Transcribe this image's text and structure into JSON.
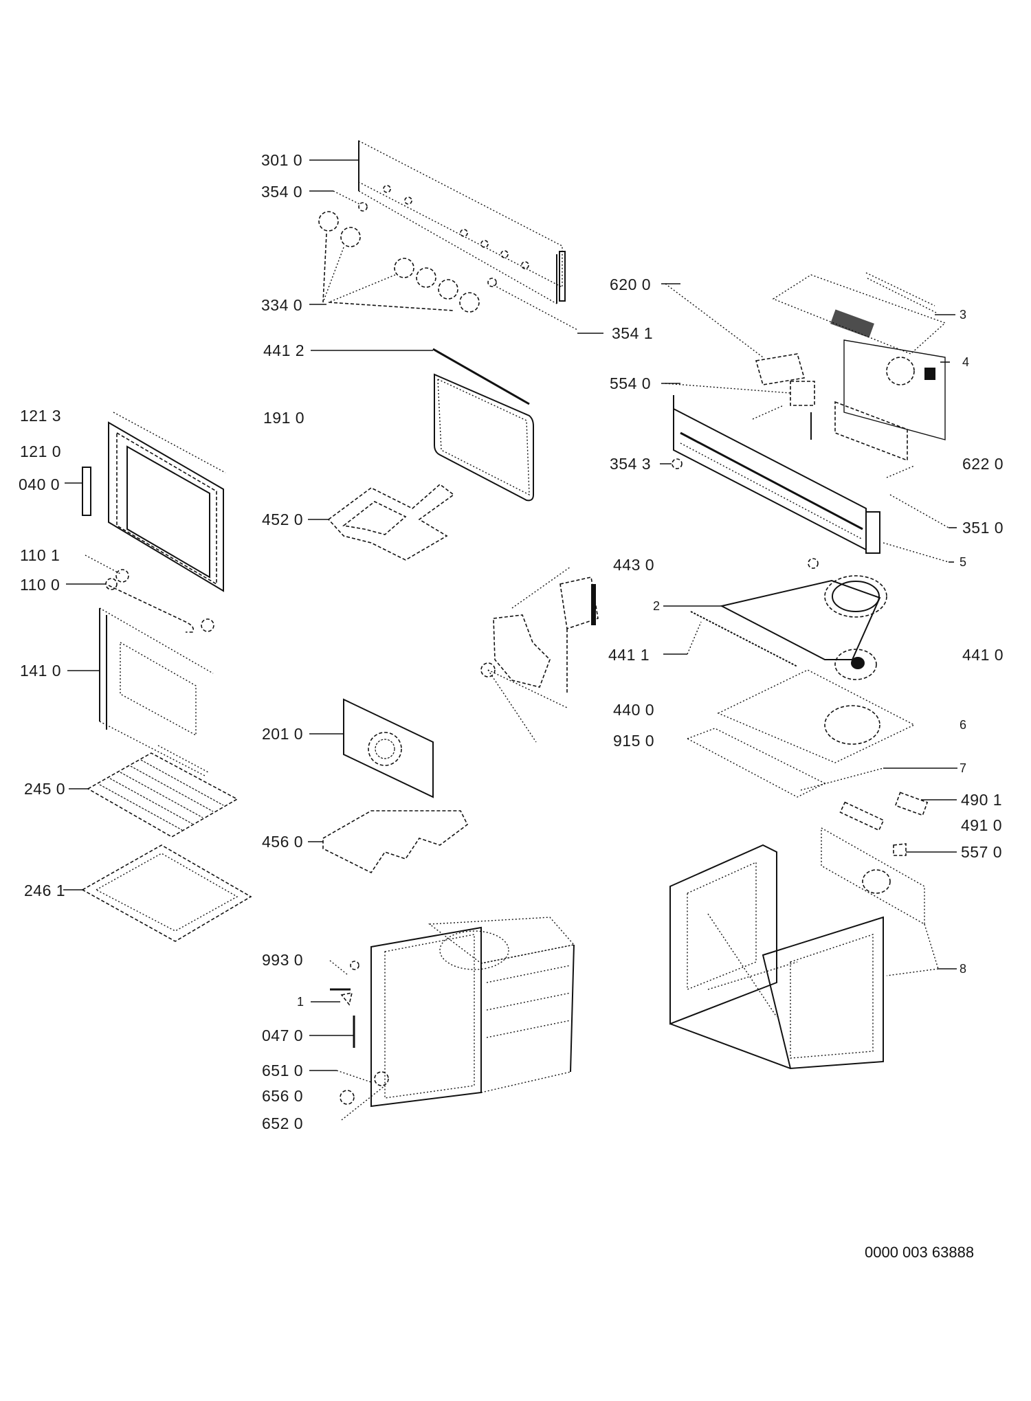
{
  "title": "Oven exploded parts diagram",
  "document_number": "0000 003 63888",
  "labels": {
    "l3010": "301 0",
    "l3540": "354 0",
    "l3340": "334 0",
    "l3541": "354 1",
    "l4412": "441 2",
    "l1910": "191 0",
    "l4520": "452 0",
    "l1213": "121 3",
    "l1210": "121 0",
    "l0400": "040 0",
    "l1101": "110 1",
    "l1100": "110 0",
    "l1410": "141 0",
    "l2450": "245 0",
    "l2461": "246 1",
    "l6200": "620 0",
    "l5540": "554 0",
    "l3543": "354 3",
    "l6220": "622 0",
    "l3510": "351 0",
    "l3": "3",
    "l4": "4",
    "l5": "5",
    "l4430": "443 0",
    "l2": "2",
    "l4411": "441 1",
    "l4410": "441 0",
    "l4400": "440 0",
    "l9150": "915 0",
    "l6": "6",
    "l7": "7",
    "l2010": "201 0",
    "l4560": "456 0",
    "l4901": "490 1",
    "l4910": "491 0",
    "l5570": "557 0",
    "l8": "8",
    "l9930": "993 0",
    "l1": "1",
    "l0470": "047 0",
    "l6510": "651 0",
    "l6560": "656 0",
    "l6520": "652 0"
  }
}
